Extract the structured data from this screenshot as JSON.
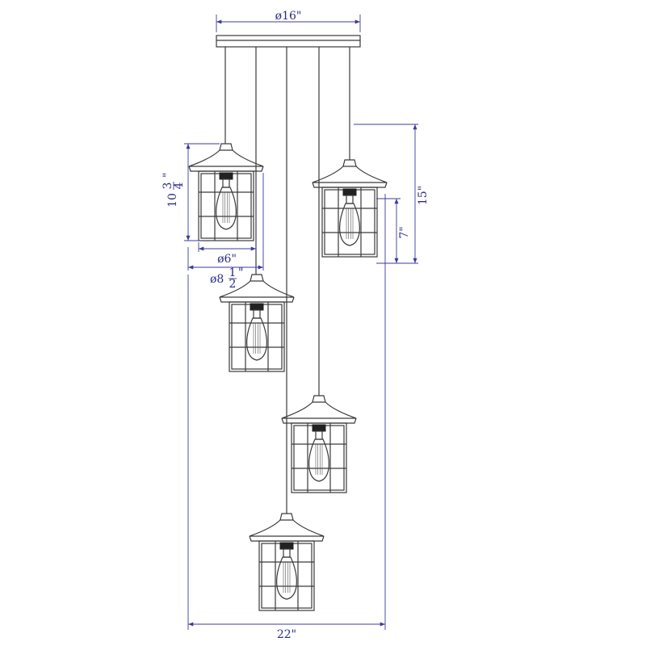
{
  "dimensions": {
    "canopy_width": "ø16\"",
    "lantern_height": "10",
    "lantern_height_frac_num": "3",
    "lantern_height_frac_den": "4",
    "lantern_height_unit": "\"",
    "cage_width": "ø6\"",
    "shade_width": "ø8",
    "shade_width_frac_num": "1",
    "shade_width_frac_den": "2",
    "shade_width_unit": "\"",
    "cage_height": "7\"",
    "lantern_total_height": "15\"",
    "overall_width": "22\""
  },
  "colors": {
    "dimension_line": "#3b3b9b",
    "drawing_line": "#3a3a3a",
    "background": "#ffffff"
  }
}
